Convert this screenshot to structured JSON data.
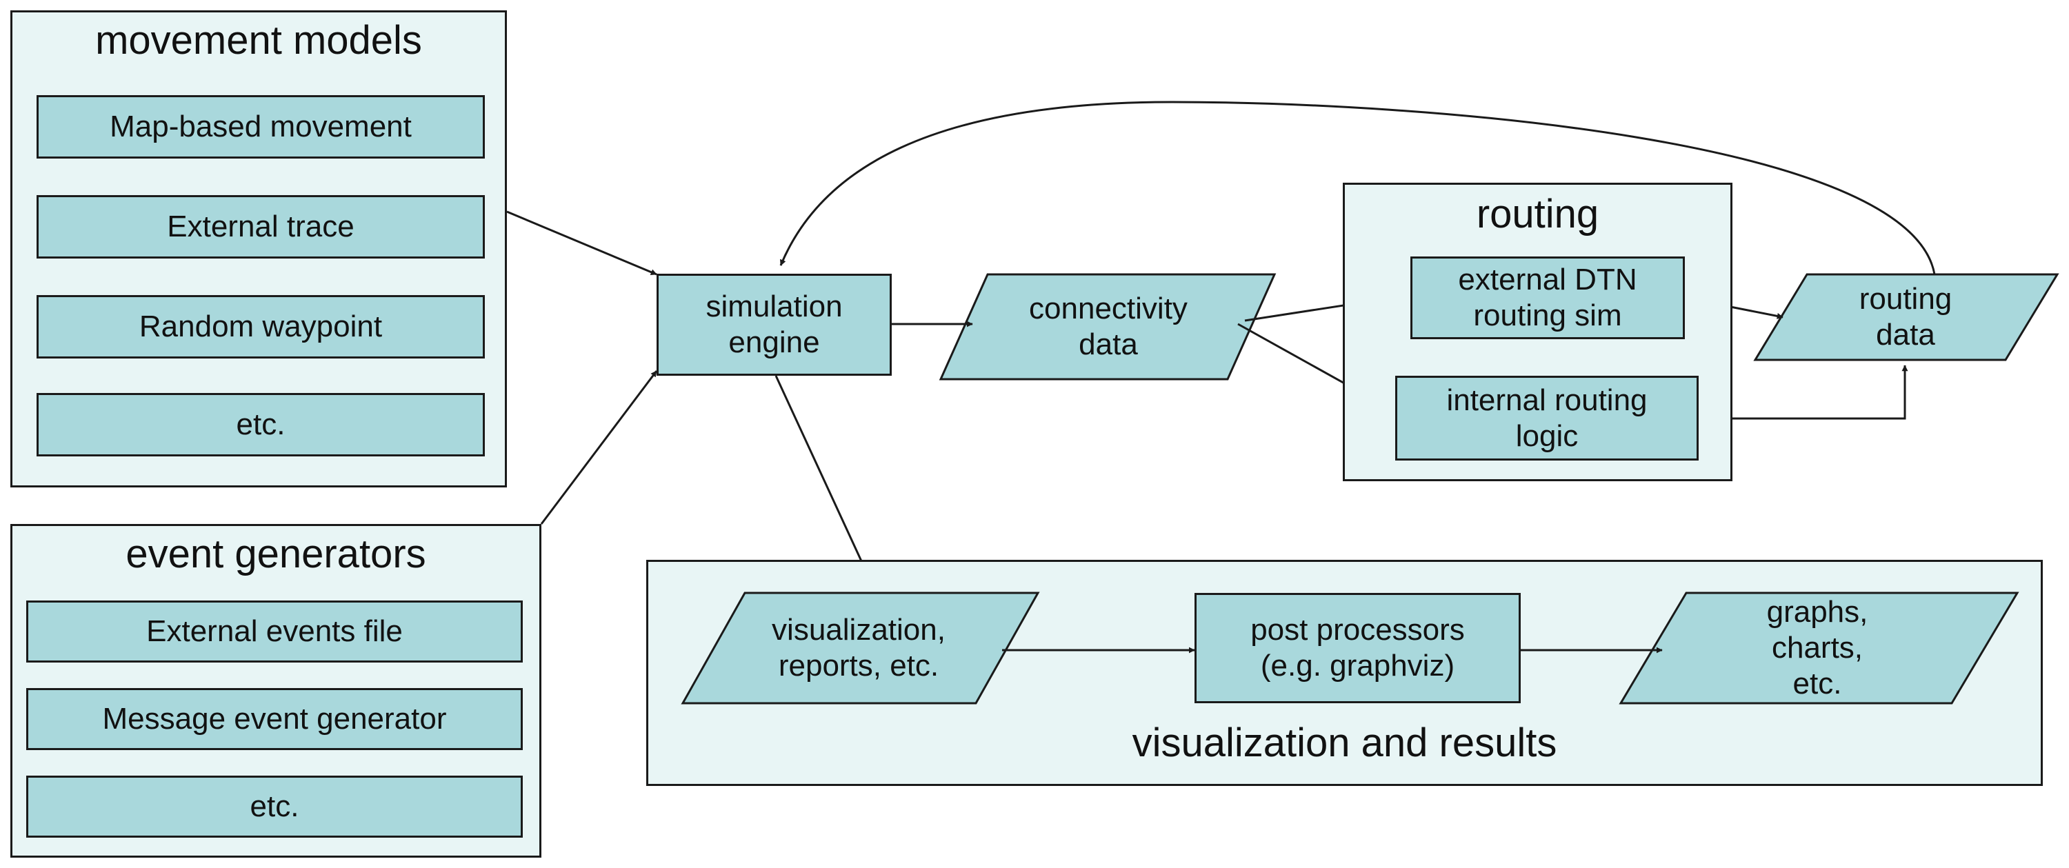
{
  "colors": {
    "group_fill": "#e8f5f5",
    "node_fill": "#a9d8dc",
    "stroke": "#1a1a1a"
  },
  "movement_models": {
    "title": "movement models",
    "items": [
      "Map-based movement",
      "External trace",
      "Random waypoint",
      "etc."
    ]
  },
  "event_generators": {
    "title": "event generators",
    "items": [
      "External events file",
      "Message event generator",
      "etc."
    ]
  },
  "simulation_engine": {
    "label": "simulation\nengine"
  },
  "connectivity_data": {
    "label": "connectivity\ndata"
  },
  "routing": {
    "title": "routing",
    "external": "external DTN\nrouting sim",
    "internal": "internal routing\nlogic"
  },
  "routing_data": {
    "label": "routing\ndata"
  },
  "results": {
    "title": "visualization and results",
    "visualization": "visualization,\nreports, etc.",
    "post_processors": "post processors\n(e.g. graphviz)",
    "graphs": "graphs,\ncharts,\netc."
  }
}
